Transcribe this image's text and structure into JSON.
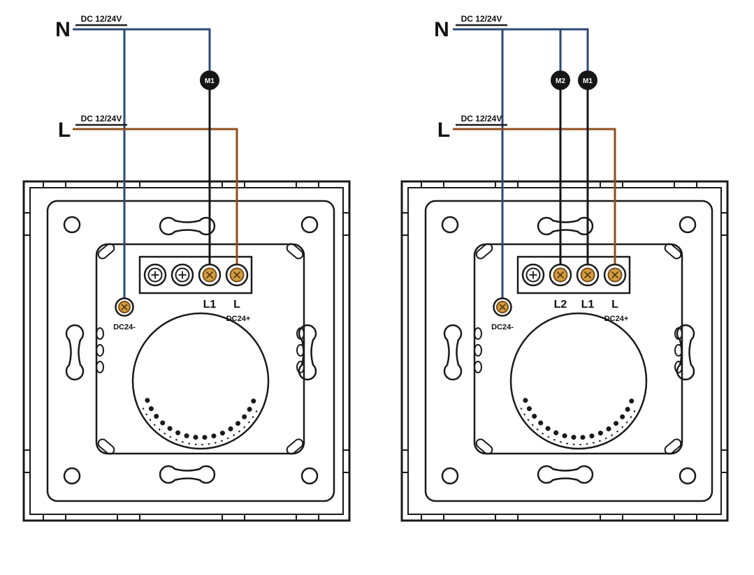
{
  "colors": {
    "neutral_wire": "#2b4878",
    "live_wire": "#8f4e1b",
    "load_wire": "#161616",
    "outline": "#1a1a1a",
    "terminal_screw": "#d29e44",
    "background": "#ffffff"
  },
  "diagrams": {
    "left": {
      "neutral": {
        "label": "N",
        "voltage": "DC 12/24V"
      },
      "live": {
        "label": "L",
        "voltage": "DC 12/24V"
      },
      "loads": {
        "m1": "M1"
      },
      "terminals": {
        "l1": "L1",
        "l": "L"
      },
      "dc_minus": "DC24-",
      "dc_plus": "DC24+"
    },
    "right": {
      "neutral": {
        "label": "N",
        "voltage": "DC 12/24V"
      },
      "live": {
        "label": "L",
        "voltage": "DC 12/24V"
      },
      "loads": {
        "m2": "M2",
        "m1": "M1"
      },
      "terminals": {
        "l2": "L2",
        "l1": "L1",
        "l": "L"
      },
      "dc_minus": "DC24-",
      "dc_plus": "DC24+"
    }
  }
}
